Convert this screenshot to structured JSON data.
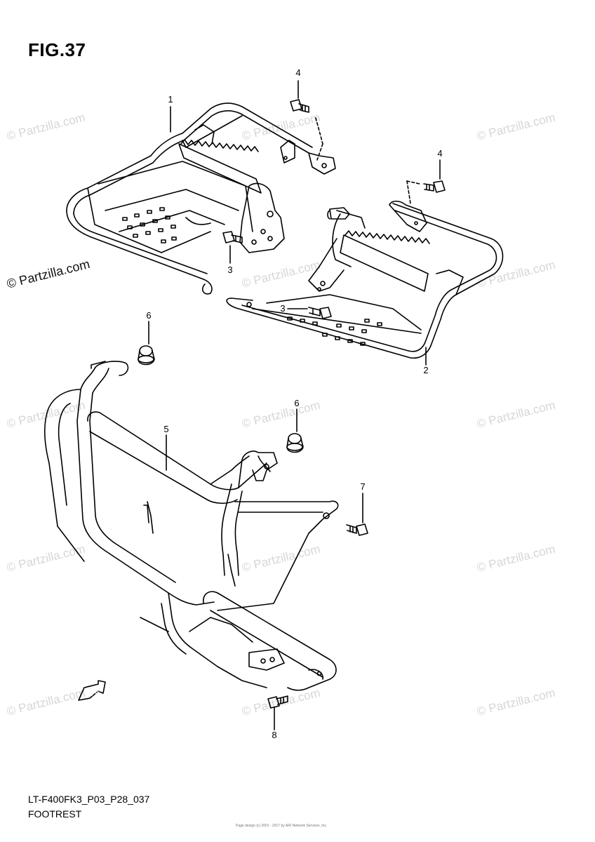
{
  "figure": {
    "title": "FIG.37"
  },
  "callouts": [
    {
      "id": "c4a",
      "label": "4"
    },
    {
      "id": "c1",
      "label": "1"
    },
    {
      "id": "c4b",
      "label": "4"
    },
    {
      "id": "c3a",
      "label": "3"
    },
    {
      "id": "c3b",
      "label": "3"
    },
    {
      "id": "c2",
      "label": "2"
    },
    {
      "id": "c6a",
      "label": "6"
    },
    {
      "id": "c6b",
      "label": "6"
    },
    {
      "id": "c5",
      "label": "5"
    },
    {
      "id": "c7",
      "label": "7"
    },
    {
      "id": "c8",
      "label": "8"
    }
  ],
  "direction_arrow": {
    "label": "FWD"
  },
  "watermark": {
    "text": "© Partzilla.com"
  },
  "footer": {
    "model_code": "LT-F400FK3_P03_P28_037",
    "section_name": "FOOTREST",
    "copyright_line": "Page design (c) 2001 - 2017 by ARI Network Services, Inc."
  },
  "colors": {
    "line": "#000000",
    "watermark": "#d6d6d6",
    "background": "#ffffff"
  }
}
